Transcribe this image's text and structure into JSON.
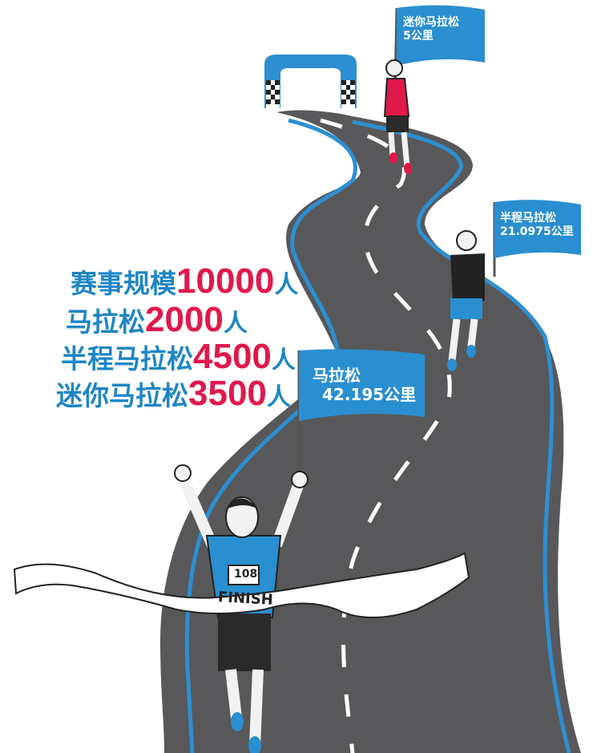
{
  "stats": [
    {
      "label": "赛事规模",
      "value": "10000",
      "unit": "人"
    },
    {
      "label": "马拉松",
      "value": "2000",
      "unit": "人"
    },
    {
      "label": "半程马拉松",
      "value": "4500",
      "unit": "人"
    },
    {
      "label": "迷你马拉松",
      "value": "3500",
      "unit": "人"
    }
  ],
  "flags": {
    "mini": {
      "name": "迷你马拉松",
      "distance": "5公里"
    },
    "half": {
      "name": "半程马拉松",
      "distance": "21.0975公里"
    },
    "full": {
      "name": "马拉松",
      "distance": "42.195公里"
    }
  },
  "finish": {
    "ribbon": "FINISH",
    "bib": "108"
  },
  "colors": {
    "road": "#58585a",
    "lane": "#2d8fd2",
    "flag": "#2a8fd0",
    "label": "#1f86c4",
    "number": "#e0194b"
  }
}
